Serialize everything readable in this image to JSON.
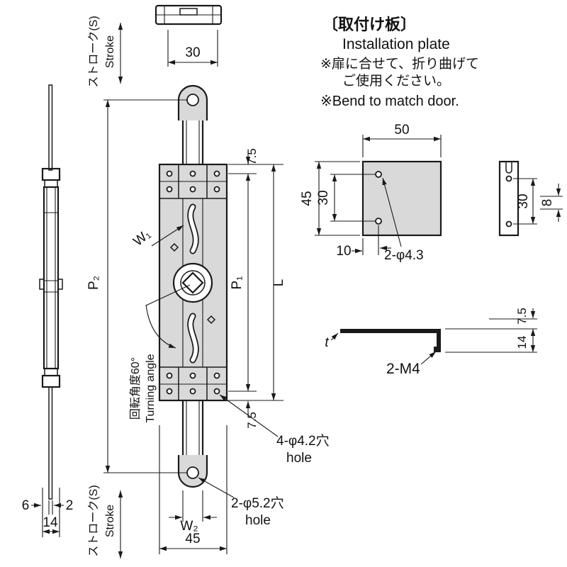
{
  "drawing": {
    "type": "technical-drawing",
    "subject": "latch lock assembly with installation plate"
  },
  "colors": {
    "line": "#1a1a1a",
    "part_fill": "#d9d9d9",
    "background": "#ffffff"
  },
  "header": {
    "title_jp": "〔取付け板〕",
    "title_en": "Installation plate",
    "note1_jp": "※扉に合せて、折り曲げて",
    "note2_jp": "ご使用ください。",
    "note_en": "※Bend to match door."
  },
  "front_view": {
    "stroke_top_jp": "ストローク(S)",
    "stroke_top_en": "Stroke",
    "stroke_bottom_jp": "ストローク(S)",
    "stroke_bottom_en": "Stroke",
    "dim_top_width": "30",
    "dim_bottom_width": "45",
    "dim_top_offset": "7.5",
    "dim_bottom_offset": "7.5",
    "p1": "P₁",
    "p2": "P₂",
    "w1": "W₁",
    "w2": "W₂",
    "length": "L",
    "turning_jp": "回転角度60°",
    "turning_en": "Turning angle",
    "holes_body_jp": "4-φ4.2穴",
    "holes_body_en": "hole",
    "holes_tab_jp": "2-φ5.2穴",
    "holes_tab_en": "hole"
  },
  "side_view": {
    "dim_6": "6",
    "dim_2": "2",
    "dim_14": "14"
  },
  "plate": {
    "dim_width": "50",
    "dim_height": "45",
    "dim_hole_spacing": "30",
    "dim_hole_offset": "10",
    "holes": "2-φ4.3"
  },
  "plate_side": {
    "dim_hole_spacing": "30",
    "dim_notch": "8"
  },
  "bracket": {
    "dim_75": "7.5",
    "dim_14": "14",
    "thickness": "t",
    "thread": "2-M4"
  }
}
